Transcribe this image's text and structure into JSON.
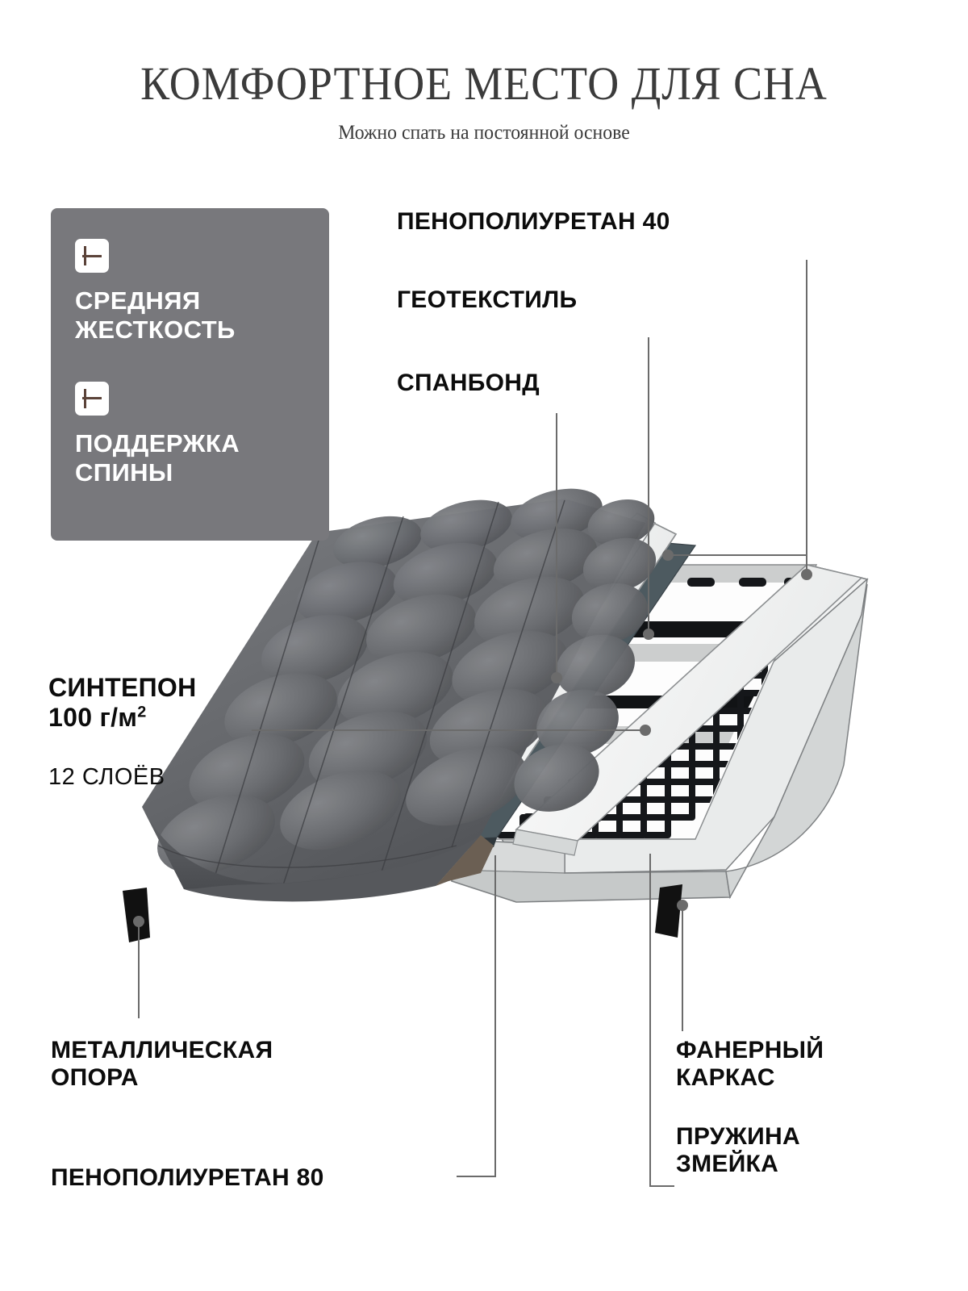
{
  "header": {
    "title": "КОМФОРТНОЕ МЕСТО ДЛЯ СНА",
    "subtitle": "Можно спать на постоянной основе"
  },
  "feature_card": {
    "background_color": "#78787c",
    "icon_color": "#5b4339",
    "items": [
      {
        "icon": "plus-icon",
        "label": "СРЕДНЯЯ\nЖЕСТКОСТЬ"
      },
      {
        "icon": "plus-icon",
        "label": "ПОДДЕРЖКА\nСПИНЫ"
      }
    ]
  },
  "callouts": {
    "foam40": "ПЕНОПОЛИУРЕТАН 40",
    "geotextile": "ГЕОТЕКСТИЛЬ",
    "spunbond": "СПАНБОНД",
    "sinteponn_main": "СИНТЕПОН\n100 г/м",
    "sinteponn_sup": "2",
    "sinteponn_sub": "12 СЛОЁВ",
    "metal_leg": "МЕТАЛЛИЧЕСКАЯ\nОПОРА",
    "foam80": "ПЕНОПОЛИУРЕТАН 80",
    "plywood_frame": "ФАНЕРНЫЙ\nКАРКАС",
    "serpentine_spring": "ПРУЖИНА\nЗМЕЙКА"
  },
  "colors": {
    "background": "#ffffff",
    "title_text": "#3b3b3b",
    "label_text": "#0c0c0c",
    "card_gray": "#78787c",
    "plus_brown": "#5b4339",
    "velvet_light": "#76787c",
    "velvet_dark": "#4e5054",
    "foam_white": "#f4f5f5",
    "geotextile_dark": "#4d5a60",
    "frame_gray": "#c9cbcb",
    "leg_black": "#111111",
    "leader_line": "#6b6b6b"
  },
  "illustration": {
    "name": "sofa-bed-cutaway",
    "description": "tufted gray velvet sofa bed mattress with layered cutaway revealing foam, geotextile, spunbond, serpentine springs and plywood frame on black metal legs"
  }
}
